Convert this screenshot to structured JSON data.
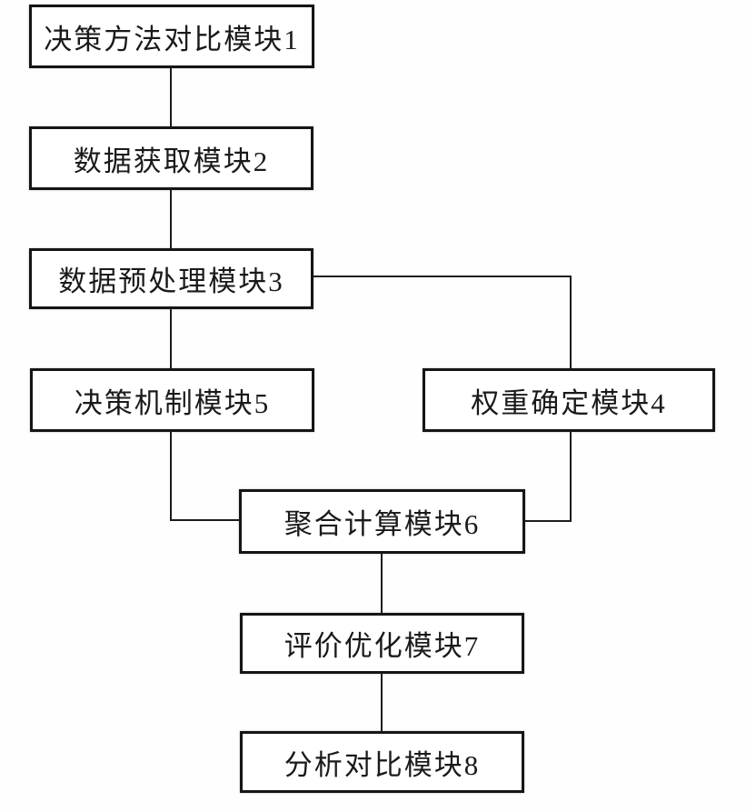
{
  "diagram": {
    "kind": "flowchart",
    "nodes": [
      {
        "id": "module-1",
        "label": "决策方法对比模块1"
      },
      {
        "id": "module-2",
        "label": "数据获取模块2"
      },
      {
        "id": "module-3",
        "label": "数据预处理模块3"
      },
      {
        "id": "module-5",
        "label": "决策机制模块5"
      },
      {
        "id": "module-4",
        "label": "权重确定模块4"
      },
      {
        "id": "module-6",
        "label": "聚合计算模块6"
      },
      {
        "id": "module-7",
        "label": "评价优化模块7"
      },
      {
        "id": "module-8",
        "label": "分析对比模块8"
      }
    ],
    "edges": [
      {
        "from": "module-1",
        "to": "module-2",
        "route": "straight-down"
      },
      {
        "from": "module-2",
        "to": "module-3",
        "route": "straight-down"
      },
      {
        "from": "module-3",
        "to": "module-5",
        "route": "straight-down"
      },
      {
        "from": "module-3",
        "to": "module-4",
        "route": "right-then-down"
      },
      {
        "from": "module-5",
        "to": "module-6",
        "route": "down-then-right-into-left-side"
      },
      {
        "from": "module-4",
        "to": "module-6",
        "route": "down-then-left-into-right-side"
      },
      {
        "from": "module-6",
        "to": "module-7",
        "route": "straight-down"
      },
      {
        "from": "module-7",
        "to": "module-8",
        "route": "straight-down"
      }
    ],
    "colors": {
      "background": "#ffffff",
      "box_fill": "#ffffff",
      "box_border": "#151515",
      "line": "#1c1c1c",
      "text": "#1a1a1a"
    }
  }
}
